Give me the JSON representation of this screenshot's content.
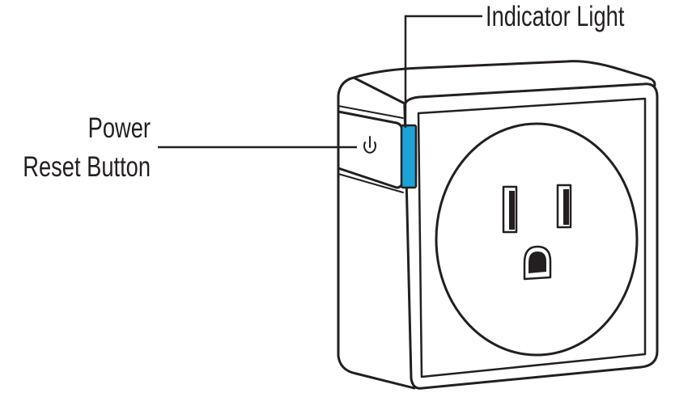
{
  "labels": {
    "indicator_light": "Indicator Light",
    "power_reset_line1": "Power",
    "power_reset_line2": "Reset Button"
  },
  "colors": {
    "outline": "#231f20",
    "indicator": "#1ba3d8",
    "background": "#ffffff"
  },
  "icons": {
    "power_button": "power-icon"
  }
}
